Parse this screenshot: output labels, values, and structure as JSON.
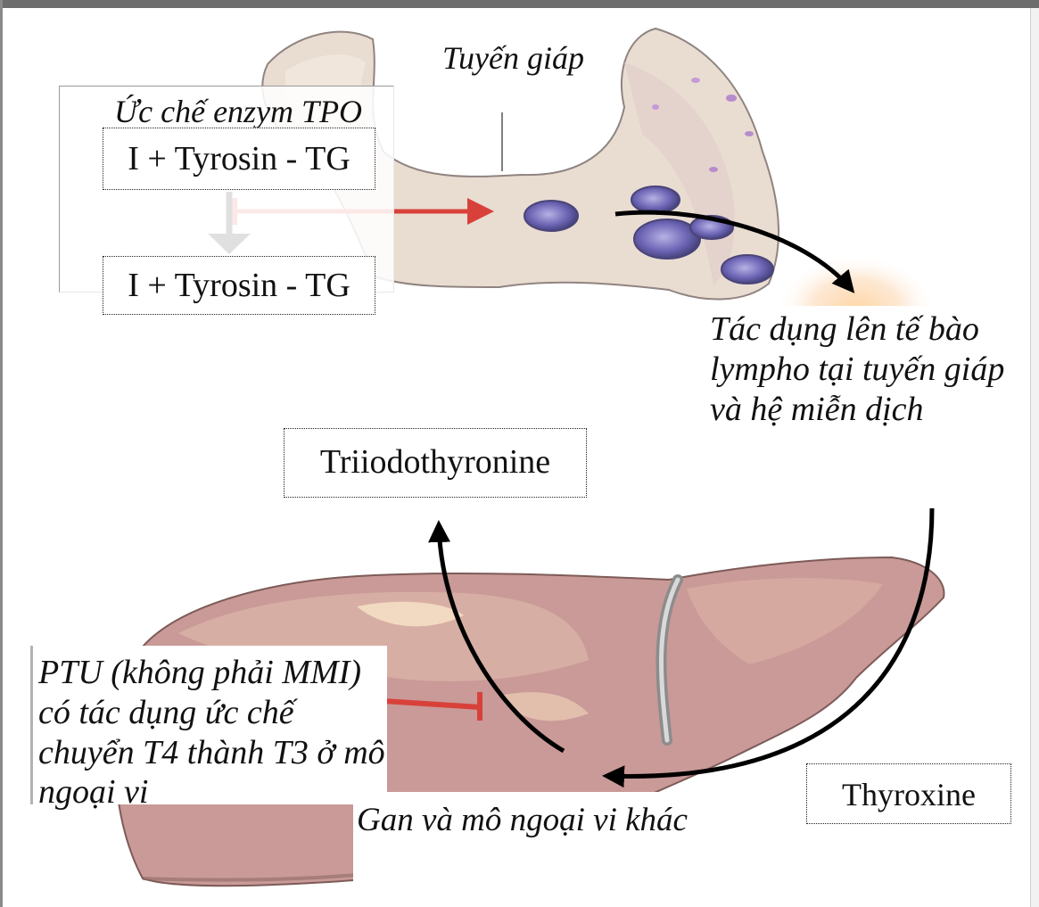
{
  "labels": {
    "thyroid": "Tuyến giáp",
    "tpo_inhibition": "Ức chế enzym TPO",
    "equation_top": "I + Tyrosin  - TG",
    "equation_bottom": "I + Tyrosin  - TG",
    "lympho_effect": "Tác dụng lên tế bào lympho tại tuyến giáp và hệ miễn dịch",
    "t3": "Triiodothyronine",
    "ptu_effect": "PTU (không phải MMI) có tác dụng ức chế chuyển T4 thành T3 ở mô ngoại vi",
    "t4": "Thyroxine",
    "liver": "Gan và mô ngoại vi khác"
  },
  "colors": {
    "thyroid_tissue": "#e9ddd2",
    "liver_tissue": "#c99a97",
    "inhibition_arrow": "#d8413a",
    "flow_arrow": "#000000"
  }
}
